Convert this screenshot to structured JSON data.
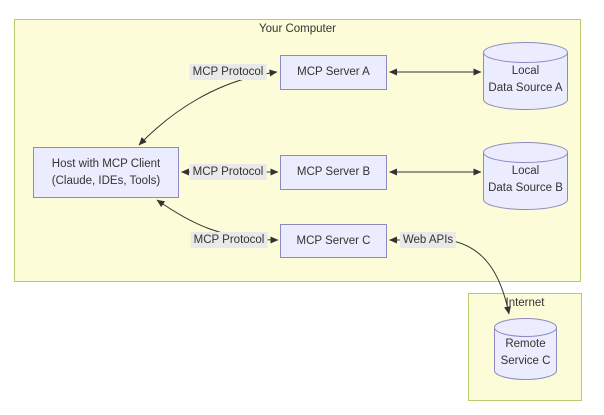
{
  "groups": {
    "computer": {
      "label": "Your Computer"
    },
    "internet": {
      "label": "Internet"
    }
  },
  "nodes": {
    "host": {
      "line1": "Host with MCP Client",
      "line2": "(Claude, IDEs, Tools)"
    },
    "server_a": {
      "label": "MCP Server A"
    },
    "server_b": {
      "label": "MCP Server B"
    },
    "server_c": {
      "label": "MCP Server C"
    },
    "data_source_a": {
      "line1": "Local",
      "line2": "Data Source A"
    },
    "data_source_b": {
      "line1": "Local",
      "line2": "Data Source B"
    },
    "remote_service_c": {
      "line1": "Remote",
      "line2": "Service C"
    }
  },
  "edge_labels": {
    "protocol_a": "MCP Protocol",
    "protocol_b": "MCP Protocol",
    "protocol_c": "MCP Protocol",
    "web_apis": "Web APIs"
  },
  "colors": {
    "group_fill": "#fcfcd8",
    "group_border": "#bdc971",
    "node_fill": "#ececff",
    "node_border": "#8c8ac0",
    "edge_label_bg": "#e9e9e9",
    "arrow": "#333333",
    "text": "#333333",
    "page_bg": "#ffffff"
  }
}
